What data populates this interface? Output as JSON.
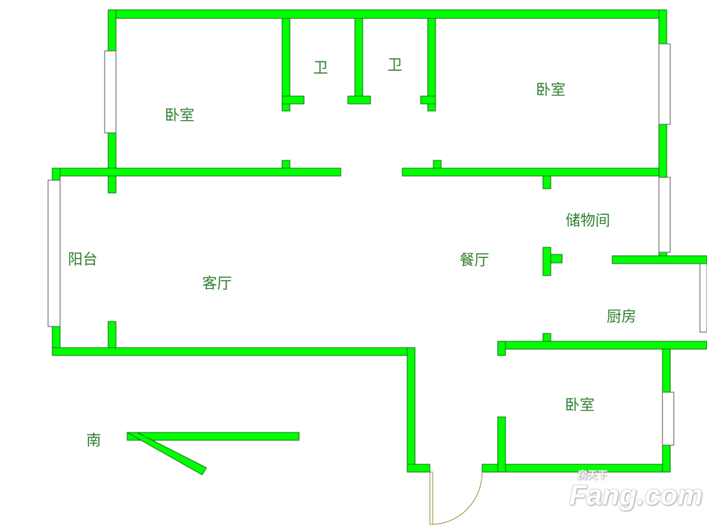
{
  "rooms": {
    "bedroom_nw": "卧室",
    "bath_1": "卫",
    "bath_2": "卫",
    "bedroom_ne": "卧室",
    "storage": "储物间",
    "balcony": "阳台",
    "living": "客厅",
    "dining": "餐厅",
    "kitchen": "厨房",
    "bedroom_se": "卧室"
  },
  "compass": {
    "label": "南"
  },
  "watermark": {
    "brand": "Fang.com",
    "chinese": "房天下"
  },
  "colors": {
    "wall": "#00ff00",
    "label": "#2e7d2e",
    "door": "#9a8a3a"
  }
}
